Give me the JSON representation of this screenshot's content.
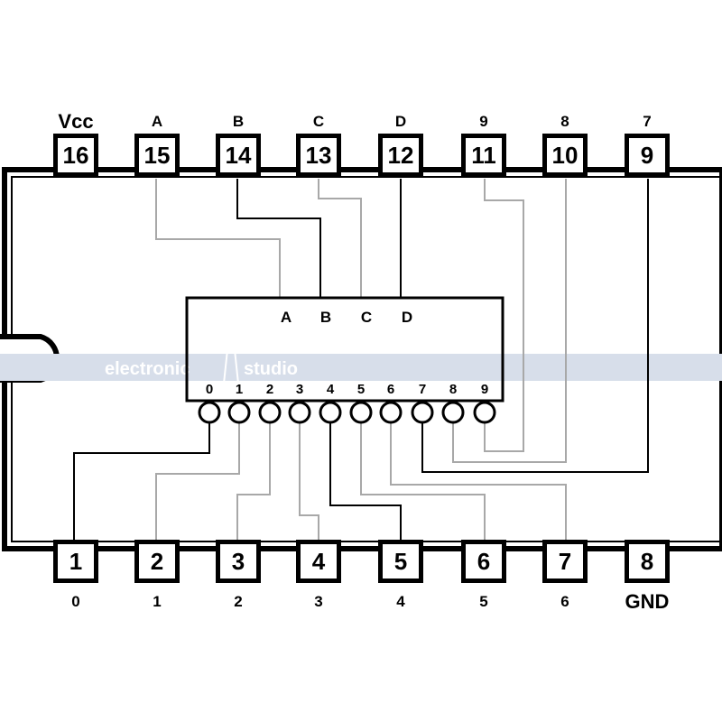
{
  "top_pins": [
    {
      "num": "16",
      "label": "Vcc"
    },
    {
      "num": "15",
      "label": "A"
    },
    {
      "num": "14",
      "label": "B"
    },
    {
      "num": "13",
      "label": "C"
    },
    {
      "num": "12",
      "label": "D"
    },
    {
      "num": "11",
      "label": "9"
    },
    {
      "num": "10",
      "label": "8"
    },
    {
      "num": "9",
      "label": "7"
    }
  ],
  "bottom_pins": [
    {
      "num": "1",
      "label": "0"
    },
    {
      "num": "2",
      "label": "1"
    },
    {
      "num": "3",
      "label": "2"
    },
    {
      "num": "4",
      "label": "3"
    },
    {
      "num": "5",
      "label": "4"
    },
    {
      "num": "6",
      "label": "5"
    },
    {
      "num": "7",
      "label": "6"
    },
    {
      "num": "8",
      "label": "GND"
    }
  ],
  "decoder": {
    "inputs": [
      "A",
      "B",
      "C",
      "D"
    ],
    "outputs": [
      "0",
      "1",
      "2",
      "3",
      "4",
      "5",
      "6",
      "7",
      "8",
      "9"
    ]
  },
  "watermark": {
    "left": "electronic",
    "right": "studio"
  }
}
